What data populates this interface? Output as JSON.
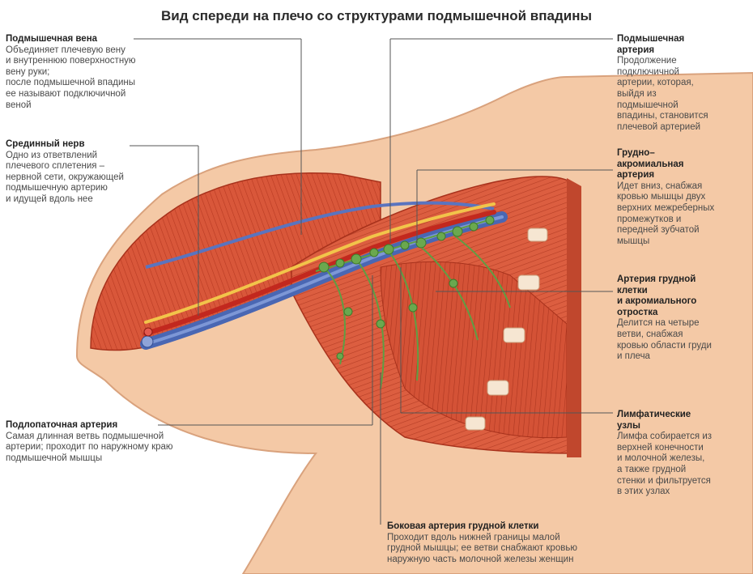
{
  "title": "Вид спереди на плечо со структурами подмышечной впадины",
  "labels": {
    "axillary_vein": {
      "heading": "Подмышечная вена",
      "text": "Объединяет плечевую вену\nи внутреннюю поверхностную\nвену руки;\nпосле подмышечной впадины\nее называют подключичной\nвеной"
    },
    "median_nerve": {
      "heading": "Срединный нерв",
      "text": "Одно из ответвлений\nплечевого сплетения –\nнервной сети, окружающей\nподмышечную артерию\nи идущей вдоль нее"
    },
    "subscapular_artery": {
      "heading": "Подлопаточная артерия",
      "text": "Самая длинная ветвь подмышечной\nартерии; проходит по наружному краю\nподмышечной мышцы"
    },
    "axillary_artery": {
      "heading": "Подмышечная\nартерия",
      "text": "Продолжение\nподключичной\nартерии, которая,\nвыйдя из\nподмышечной\nвпадины, становится\nплечевой артерией"
    },
    "thoracoacromial_artery": {
      "heading": "Грудно–\nакромиальная\nартерия",
      "text": "Идет вниз, снабжая\nкровью мышцы двух\nверхних межреберных\nпромежутков и\nпередней зубчатой\nмышцы"
    },
    "thoracic_acromial_artery": {
      "heading": "Артерия грудной\nклетки\nи акромиального\nотростка",
      "text": "Делится на четыре\nветви, снабжая\nкровью области груди\nи плеча"
    },
    "lymph_nodes": {
      "heading": "Лимфатические\nузлы",
      "text": "Лимфа собирается из\nверхней конечности\nи молочной железы,\nа также грудной\nстенки и фильтруется\nв этих узлах"
    },
    "lateral_thoracic_artery": {
      "heading": "Боковая артерия грудной клетки",
      "text": "Проходит вдоль нижней границы малой\nгрудной мышцы; ее ветви снабжают кровью\nнаружную часть молочной железы женщин"
    }
  },
  "colors": {
    "skin": "#f4c9a6",
    "muscle": "#d9573a",
    "muscle_dark": "#b83a22",
    "vein": "#4a67b3",
    "artery": "#c2281e",
    "nerve": "#f2c44a",
    "lymph": "#6aa84f",
    "leader": "#555555"
  }
}
